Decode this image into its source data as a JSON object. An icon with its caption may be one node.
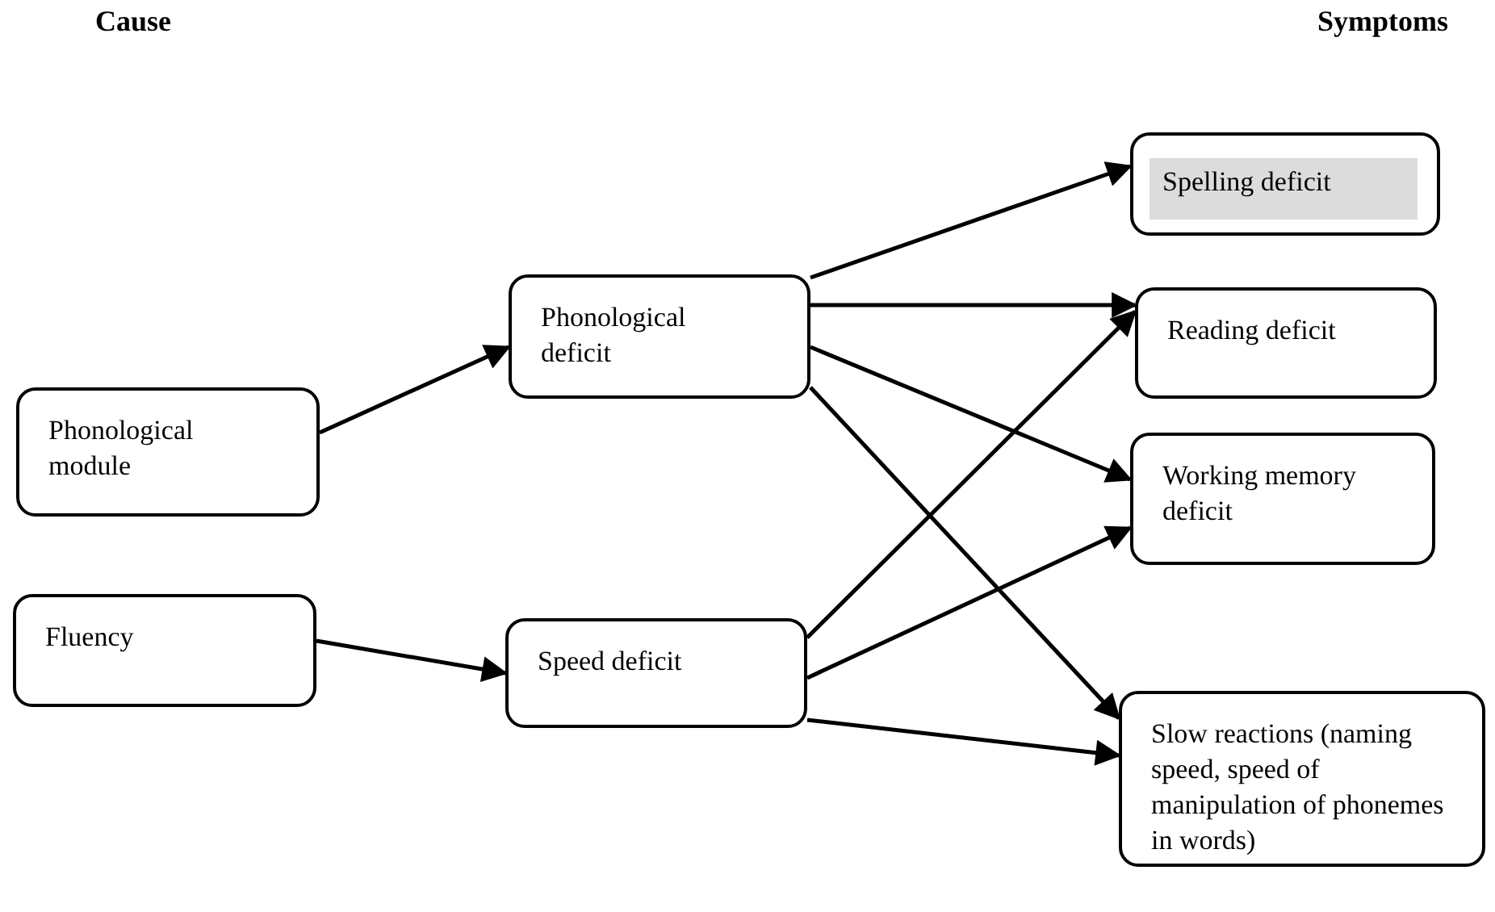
{
  "diagram": {
    "nodes": [
      {
        "text": [
          "Phonological module"
        ]
      },
      {
        "text": [
          "Fluency"
        ]
      },
      {
        "text": [
          "Phonological deficit"
        ]
      },
      {
        "text": [
          "Speed deficit"
        ]
      },
      {
        "text": [
          "Spelling deficit"
        ]
      },
      {
        "text": [
          "Reading deficit"
        ]
      },
      {
        "text": [
          "Working memory deficit"
        ]
      },
      {
        "text": [
          "Slow reactions (naming speed, speed of manipulation of phonemes in words)"
        ]
      }
    ],
    "edges": [
      {
        "from": 0,
        "to": 2,
        "arrow": "to"
      },
      {
        "from": 1,
        "to": 3,
        "arrow": "to"
      },
      {
        "from": 2,
        "to": 4,
        "arrow": "to"
      },
      {
        "from": 2,
        "to": 5,
        "arrow": "to"
      },
      {
        "from": 2,
        "to": 6,
        "arrow": "to"
      },
      {
        "from": 2,
        "to": 7,
        "arrow": "to"
      },
      {
        "from": 3,
        "to": 5,
        "arrow": "to"
      },
      {
        "from": 3,
        "to": 6,
        "arrow": "to"
      },
      {
        "from": 3,
        "to": 7,
        "arrow": "to"
      }
    ],
    "labels": [
      "Cause",
      "Symptoms"
    ]
  }
}
